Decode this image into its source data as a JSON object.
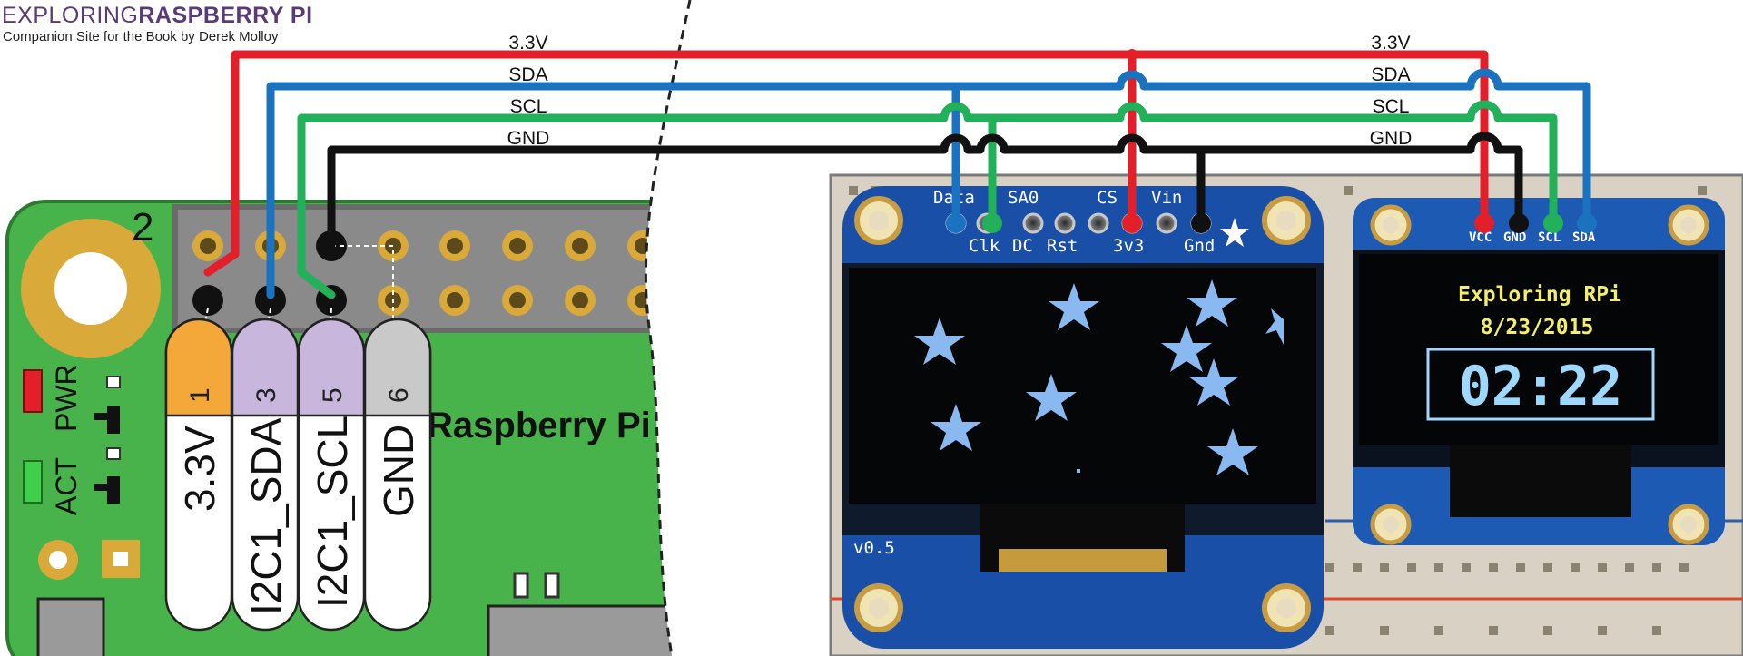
{
  "header": {
    "title_thin": "EXPLORING",
    "title_bold": "RASPBERRY PI",
    "subtitle": "Companion Site for the Book by Derek Molloy"
  },
  "wires": [
    {
      "label": "3.3V",
      "color": "#e3202a"
    },
    {
      "label": "SDA",
      "color": "#1b73bf"
    },
    {
      "label": "SCL",
      "color": "#22b05a"
    },
    {
      "label": "GND",
      "color": "#111111"
    }
  ],
  "pi": {
    "board_label": "Raspberry Pi 2",
    "header_number": "2",
    "led_pwr": "PWR",
    "led_act": "ACT",
    "pins": [
      {
        "number": "1",
        "name": "3.3V",
        "color": "#f5a83a"
      },
      {
        "number": "3",
        "name": "I2C1_SDA",
        "color": "#c9b6dc"
      },
      {
        "number": "5",
        "name": "I2C1_SCL",
        "color": "#c9b6dc"
      },
      {
        "number": "6",
        "name": "GND",
        "color": "#c9c9c9"
      }
    ]
  },
  "oled_left": {
    "top_labels": [
      "Data",
      "SA0",
      "CS",
      "Vin"
    ],
    "bottom_labels": [
      "Clk",
      "DC",
      "Rst",
      "3v3",
      "Gnd"
    ],
    "version": "v0.5"
  },
  "oled_right": {
    "pin_labels": [
      "VCC",
      "GND",
      "SCL",
      "SDA"
    ],
    "line1": "Exploring RPi",
    "line2": "8/23/2015",
    "time": "02:22"
  }
}
